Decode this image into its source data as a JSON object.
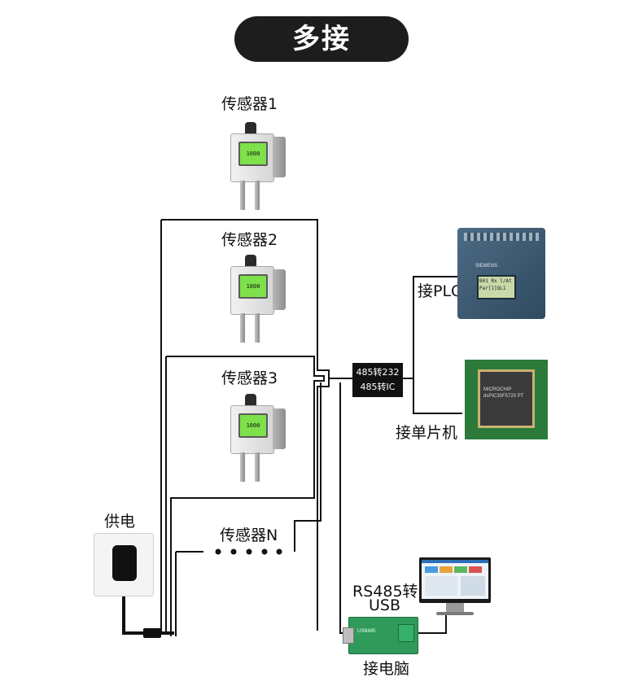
{
  "title": "多接",
  "sensors": [
    {
      "label": "传感器1",
      "lcd": "1000"
    },
    {
      "label": "传感器2",
      "lcd": "1000"
    },
    {
      "label": "传感器3",
      "lcd": "1000"
    }
  ],
  "sensor_n_label": "传感器N",
  "power_label": "供电",
  "converter_box": {
    "line1": "485转232",
    "line2": "485转IC"
  },
  "plc": {
    "label": "接PLC",
    "brand": "SIEMENS",
    "screen": "B01 Rx l/At Par[1]QL1"
  },
  "mcu": {
    "label": "接单片机",
    "chip_text": "MICROCHIP dsPIC30F5720 PT"
  },
  "usb_converter": {
    "label_line1": "RS485转",
    "label_line2": "USB",
    "board_text": "USB485"
  },
  "computer_label": "接电脑"
}
